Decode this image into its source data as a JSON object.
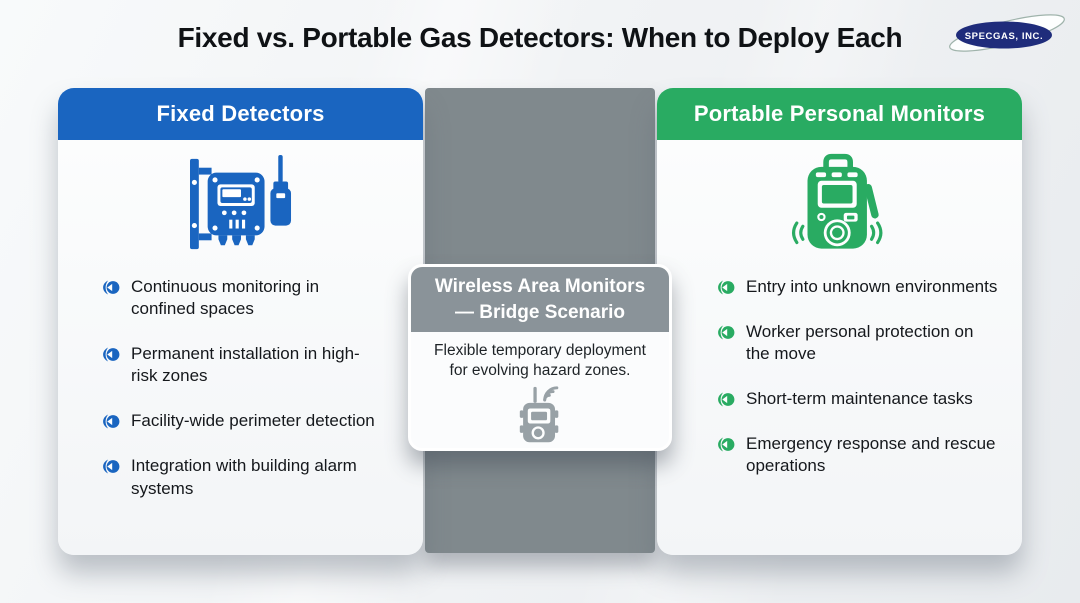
{
  "title": "Fixed vs. Portable Gas Detectors: When to Deploy Each",
  "logo": {
    "text": "SPECGAS, INC.",
    "navy": "#1f2c7b"
  },
  "colors": {
    "fixed_blue": "#1a65c0",
    "portable_green": "#29ab62",
    "band_gray": "#80898d",
    "bridge_header_gray": "#8a9399",
    "bridge_icon_gray": "#98a1a6"
  },
  "fixed_card": {
    "title": "Fixed Detectors",
    "icon": "fixed-gas-detector-icon",
    "items": [
      "Continuous monitoring in confined spaces",
      "Permanent installation in high-risk zones",
      "Facility-wide perimeter detection",
      "Integration with building alarm systems"
    ]
  },
  "portable_card": {
    "title": "Portable Personal Monitors",
    "icon": "portable-personal-monitor-icon",
    "items": [
      "Entry into unknown environments",
      "Worker personal protection on the move",
      "Short-term maintenance tasks",
      "Emergency response and rescue operations"
    ]
  },
  "bridge_card": {
    "title_line1": "Wireless Area Monitors",
    "title_line2": "— Bridge Scenario",
    "body": "Flexible temporary deployment for evolving hazard zones.",
    "icon": "wireless-area-monitor-icon"
  }
}
